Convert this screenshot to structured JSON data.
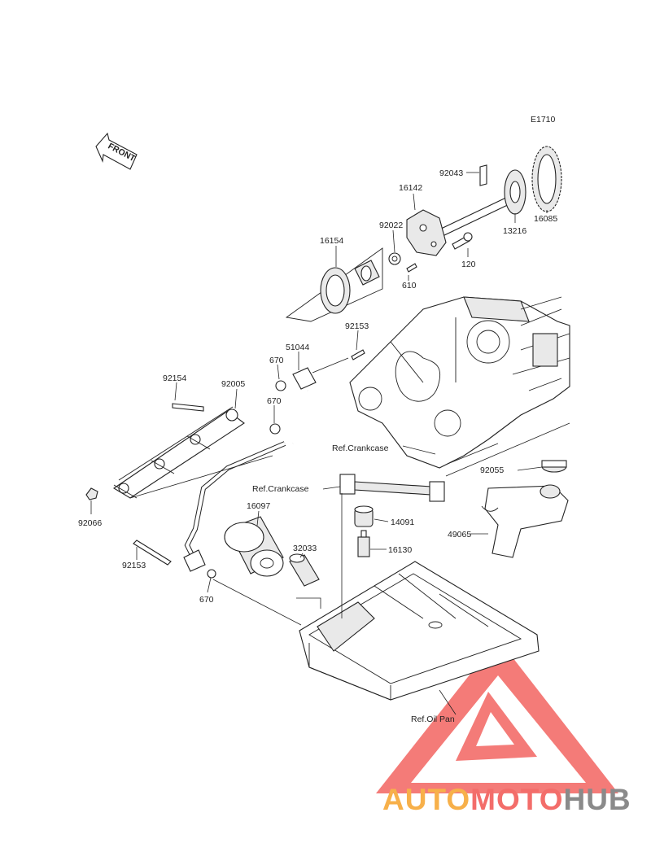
{
  "diagram_code": "E1710",
  "front_label": "FRONT",
  "brand": {
    "part1": "AUTO",
    "part2": "MOTO",
    "part3": "HUB",
    "colors": {
      "auto": "#f7b04a",
      "moto": "#f36d6a",
      "hub": "#8a8a8a",
      "logo": "#f36d6a"
    }
  },
  "labels": {
    "p92043": "92043",
    "p16142": "16142",
    "p16085": "16085",
    "p13216": "13216",
    "p92022": "92022",
    "p16154": "16154",
    "p120": "120",
    "p610": "610",
    "p92153_top": "92153",
    "p51044": "51044",
    "p670_a": "670",
    "p92154": "92154",
    "p92005": "92005",
    "p670_b": "670",
    "ref_crankcase_1": "Ref.Crankcase",
    "p92055": "92055",
    "ref_crankcase_2": "Ref.Crankcase",
    "p92066": "92066",
    "p16097": "16097",
    "p14091": "14091",
    "p49065": "49065",
    "p32033": "32033",
    "p16130": "16130",
    "p92153_bottom": "92153",
    "p670_c": "670",
    "ref_oil_pan": "Ref.Oil Pan"
  }
}
